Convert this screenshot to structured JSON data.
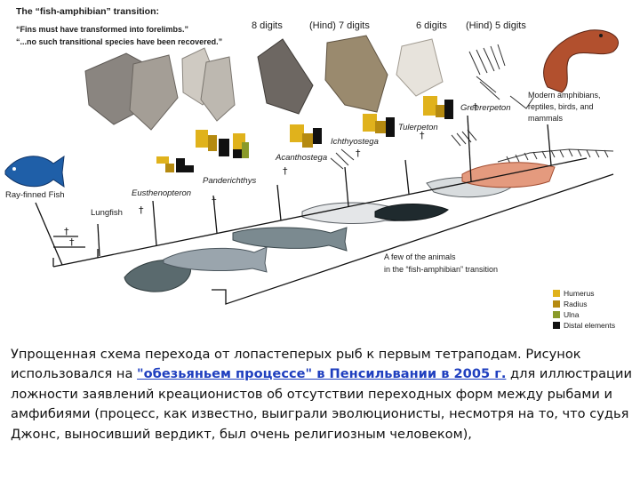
{
  "header": {
    "title": "The “fish-amphibian” transition:",
    "quote1": "“Fins must have transformed into forelimbs.”",
    "quote2": "“...no such transitional species have been recovered.”"
  },
  "digit_labels": [
    "8 digits",
    "(Hind) 7 digits",
    "6 digits",
    "(Hind) 5 digits"
  ],
  "taxa": {
    "ray_finned": "Ray-finned Fish",
    "lungfish": "Lungfish",
    "eusthenopteron": "Eusthenopteron",
    "panderichthys": "Panderichthys",
    "acanthostega": "Acanthostega",
    "ichthyostega": "Ichthyostega",
    "tulerpeton": "Tulerpeton",
    "greererpeton": "Greererpeton",
    "modern": [
      "Modern amphibians,",
      "reptiles, birds, and",
      "mammals"
    ]
  },
  "callout": [
    "A few of the animals",
    "in the “fish-amphibian” transition"
  ],
  "legend": [
    {
      "label": "Humerus",
      "color": "#e0b21c"
    },
    {
      "label": "Radius",
      "color": "#b58a10"
    },
    {
      "label": "Ulna",
      "color": "#8a9a2a"
    },
    {
      "label": "Distal elements",
      "color": "#111111"
    }
  ],
  "caption": {
    "part1": "Упрощенная схема перехода от лопастеперых рыб к первым тетраподам. Рисунок использовался на ",
    "link": "\"обезьяньем процессе\" в Пенсильвании в 2005 г.",
    "part2": " для иллюстрации ложности заявлений креационистов об отсутствии переходных форм между рыбами и амфибиями (процесс, как известно, выиграли эволюционисты, несмотря на то, что  судья Джонс, выносивший вердикт, был очень религиозным человеком),"
  }
}
